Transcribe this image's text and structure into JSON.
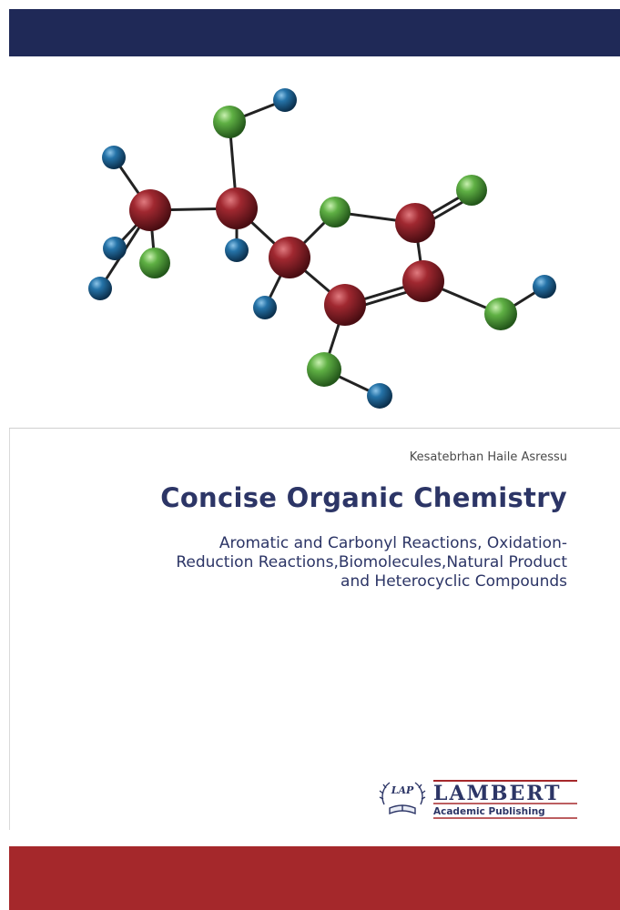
{
  "book": {
    "author": "Kesatebrhan Haile Asressu",
    "title": "Concise Organic Chemistry",
    "subtitle_lines": [
      "Aromatic and Carbonyl Reactions, Oxidation-",
      "Reduction Reactions,Biomolecules,Natural Product",
      "and Heterocyclic Compounds"
    ]
  },
  "publisher": {
    "logo_text": "LAP",
    "name": "LAMBERT",
    "tagline": "Academic Publishing"
  },
  "colors": {
    "top_band": "#1f2957",
    "bottom_band": "#a5282b",
    "title": "#2c3566",
    "atom_red": "#8e1d24",
    "atom_green": "#55a33b",
    "atom_blue": "#1d6290"
  }
}
